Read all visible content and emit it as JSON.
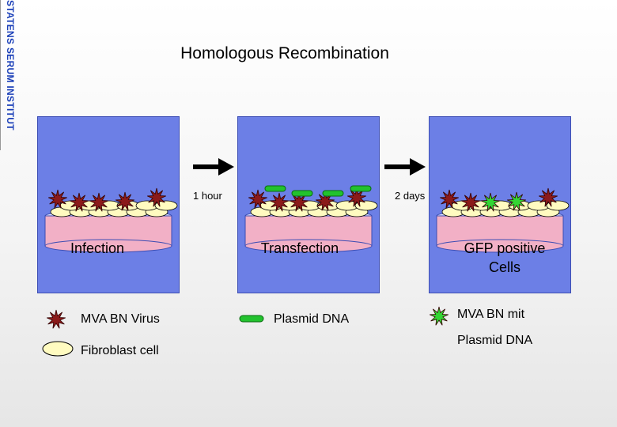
{
  "title": "Homologous Recombination",
  "institution": "STATENS SERUM INSTITUT",
  "steps": [
    {
      "label": "Infection"
    },
    {
      "label": "Transfection"
    },
    {
      "label": "GFP positive Cells",
      "line1": "GFP positive",
      "line2": "Cells"
    }
  ],
  "arrows": [
    {
      "label": "1 hour"
    },
    {
      "label": "2 days"
    }
  ],
  "legend": {
    "virus": "MVA BN Virus",
    "fibroblast": "Fibroblast cell",
    "plasmid": "Plasmid DNA",
    "mutant_line1": "MVA BN mit",
    "mutant_line2": "Plasmid DNA"
  },
  "colors": {
    "panel": "#6c7fe6",
    "virus": "#8b1a1a",
    "fibroblast": "#fffbc0",
    "plasmid": "#22c22e",
    "gfp_virus": "#33d633",
    "dish_fill": "#f2b0c6"
  }
}
